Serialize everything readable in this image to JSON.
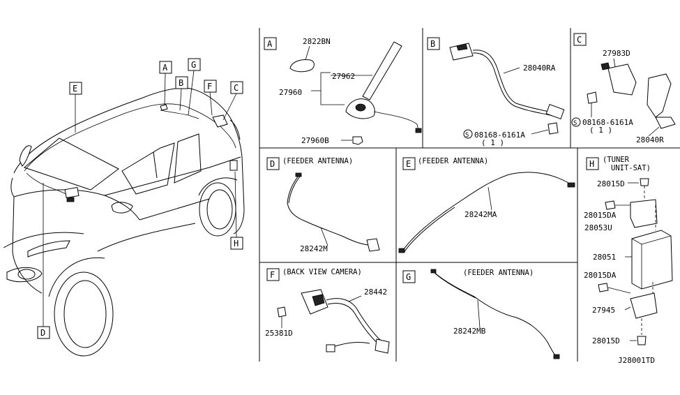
{
  "diagram_id": "J28001TD",
  "vehicle_callouts": [
    "A",
    "B",
    "C",
    "D",
    "E",
    "F",
    "G",
    "H"
  ],
  "panels": {
    "A": {
      "letter": "A",
      "parts": {
        "p1": "2822BN",
        "p2": "27962",
        "p3": "27960",
        "p4": "27960B"
      }
    },
    "B": {
      "letter": "B",
      "parts": {
        "p1": "28040RA",
        "p2": "08168-6161A",
        "p2_qty": "( 1 )"
      }
    },
    "C": {
      "letter": "C",
      "parts": {
        "p1": "27983D",
        "p2": "08168-6161A",
        "p2_qty": "( 1 )",
        "p3": "28040R"
      }
    },
    "D": {
      "letter": "D",
      "title": "(FEEDER ANTENNA)",
      "parts": {
        "p1": "28242M"
      }
    },
    "E": {
      "letter": "E",
      "title": "(FEEDER ANTENNA)",
      "parts": {
        "p1": "28242MA"
      }
    },
    "F": {
      "letter": "F",
      "title": "(BACK VIEW CAMERA)",
      "parts": {
        "p1": "28442",
        "p2": "25381D"
      }
    },
    "G": {
      "letter": "G",
      "title": "(FEEDER ANTENNA)",
      "parts": {
        "p1": "28242MB"
      }
    },
    "H": {
      "letter": "H",
      "title_line1": "(TUNER",
      "title_line2": "UNIT-SAT)",
      "parts": {
        "p1": "28015D",
        "p2": "28015DA",
        "p3": "28053U",
        "p4": "28051",
        "p5": "28015DA",
        "p6": "27945",
        "p7": "28015D"
      }
    }
  }
}
